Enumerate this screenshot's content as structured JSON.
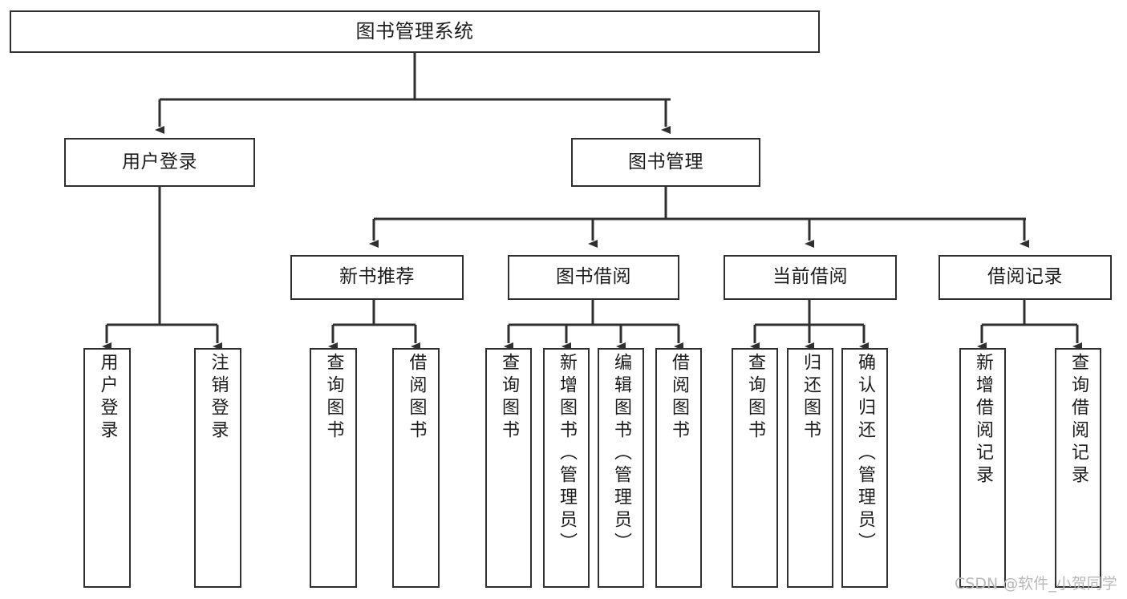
{
  "diagram": {
    "title": "图书管理系统",
    "type": "tree-hierarchy-chart",
    "colors": {
      "stroke": "#2f2f2f",
      "fill": "#ffffff",
      "text": "#1c1c1c",
      "watermark": "#b8b8b8"
    }
  },
  "root": {
    "label": "图书管理系统"
  },
  "level2": [
    {
      "label": "用户登录"
    },
    {
      "label": "图书管理"
    }
  ],
  "level3": [
    {
      "label": "新书推荐"
    },
    {
      "label": "图书借阅"
    },
    {
      "label": "当前借阅"
    },
    {
      "label": "借阅记录"
    }
  ],
  "leaves": {
    "user_login": [
      {
        "label": "用户登录"
      },
      {
        "label": "注销登录"
      }
    ],
    "new_book_recommend": [
      {
        "label": "查询图书"
      },
      {
        "label": "借阅图书"
      }
    ],
    "book_borrow": [
      {
        "label": "查询图书"
      },
      {
        "label": "新增图书（管理员）"
      },
      {
        "label": "编辑图书（管理员）"
      },
      {
        "label": "借阅图书"
      }
    ],
    "current_borrow": [
      {
        "label": "查询图书"
      },
      {
        "label": "归还图书"
      },
      {
        "label": "确认归还（管理员）"
      }
    ],
    "borrow_record": [
      {
        "label": "新增借阅记录"
      },
      {
        "label": "查询借阅记录"
      }
    ]
  },
  "watermark": {
    "text": "CSDN @软件_小贺同学"
  }
}
